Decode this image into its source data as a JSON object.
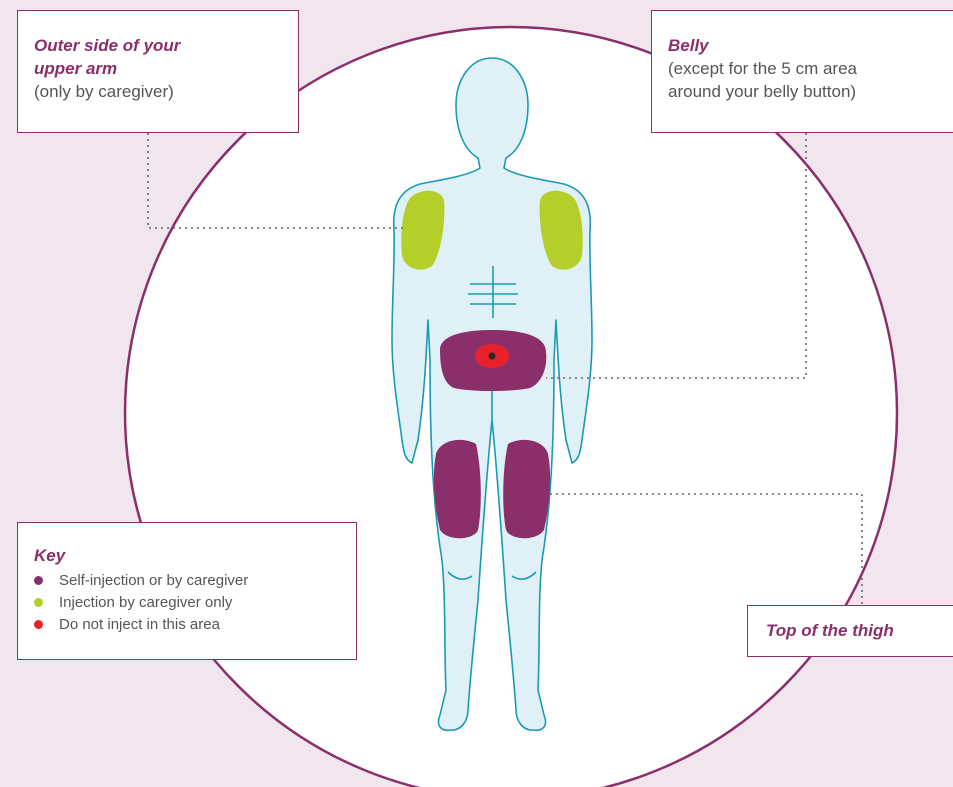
{
  "colors": {
    "background": "#f1e6ee",
    "circle_fill": "#ffffff",
    "accent": "#8a2f6a",
    "body_fill": "#dff0f6",
    "body_outline": "#1a9ab5",
    "self_or_caregiver": "#8a2f6a",
    "caregiver_only": "#b5cf2a",
    "do_not_inject": "#e8212b",
    "leader_line": "#666666"
  },
  "callouts": {
    "arm": {
      "title_line1": "Outer side of your",
      "title_line2": "upper arm",
      "note": "(only by caregiver)"
    },
    "belly": {
      "title": "Belly",
      "note_line1": "(except for the 5 cm area",
      "note_line2": "around your belly button)"
    },
    "thigh": {
      "title": "Top of the thigh"
    }
  },
  "key": {
    "title": "Key",
    "items": [
      {
        "label": "Self-injection or by caregiver",
        "color": "#8a2f6a"
      },
      {
        "label": "Injection by caregiver only",
        "color": "#b5cf2a"
      },
      {
        "label": "Do not inject in this area",
        "color": "#e8212b"
      }
    ]
  }
}
